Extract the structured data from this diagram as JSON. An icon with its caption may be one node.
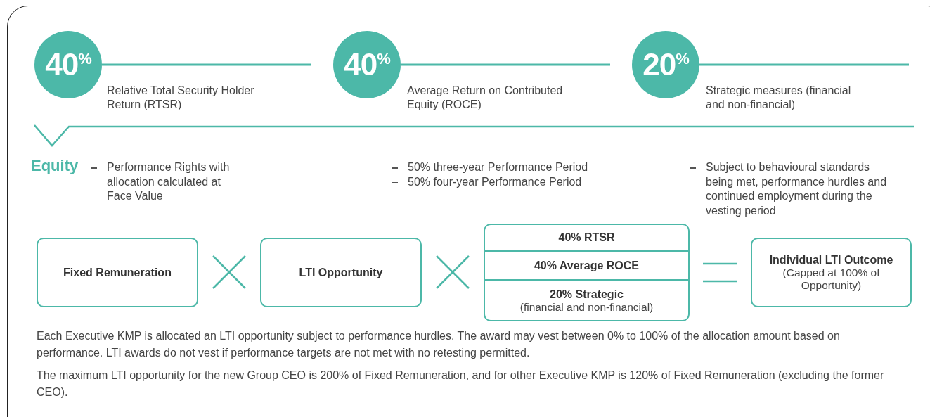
{
  "diagram": {
    "nodes": [
      {
        "text": [
          "40$^{%}$"
        ],
        "beside": [
          "Relative Total Security Holder Return (RTSR)"
        ]
      },
      {
        "text": [
          "40$^{%}$"
        ],
        "beside": [
          "Average Return on Contributed Equity (ROCE)"
        ]
      },
      {
        "text": [
          "20$^{%}$"
        ],
        "beside": [
          "Strategic measures (financial and non-financial)"
        ]
      },
      {
        "text": [
          "Fixed Remuneration"
        ]
      },
      {
        "text": [
          "LTI Opportunity"
        ]
      },
      {
        "text": [],
        "shape": "box"
      },
      {
        "text": [
          "40% RTSR"
        ],
        "in": 5
      },
      {
        "text": [
          "40% Average ROCE"
        ],
        "in": 5
      },
      {
        "text": [
          "20% Strategic",
          "(financial and non-financial)"
        ],
        "in": 5
      },
      {
        "text": [
          "Individual LTI Outcome",
          "(Capped at 100% of Opportunity)"
        ]
      }
    ],
    "labels": [
      "Equity",
      "Performance Rights with allocation calculated at Face Value",
      "50% three-year Performance Period",
      "50% four-year Performance Period",
      "Subject to behavioural standards being met, performance hurdles and continued employment during the vesting period",
      "Each Executive KMP is allocated an LTI opportunity subject to performance hurdles. The award may vest between 0% to 100% of the allocation amount based on performance. LTI awards do not vest if performance targets are not met with no retesting permitted.",
      "The maximum LTI opportunity for the new Group CEO is 200% of Fixed Remuneration, and for other Executive KMP is 120% of Fixed Remuneration (excluding the former CEO)."
    ]
  }
}
